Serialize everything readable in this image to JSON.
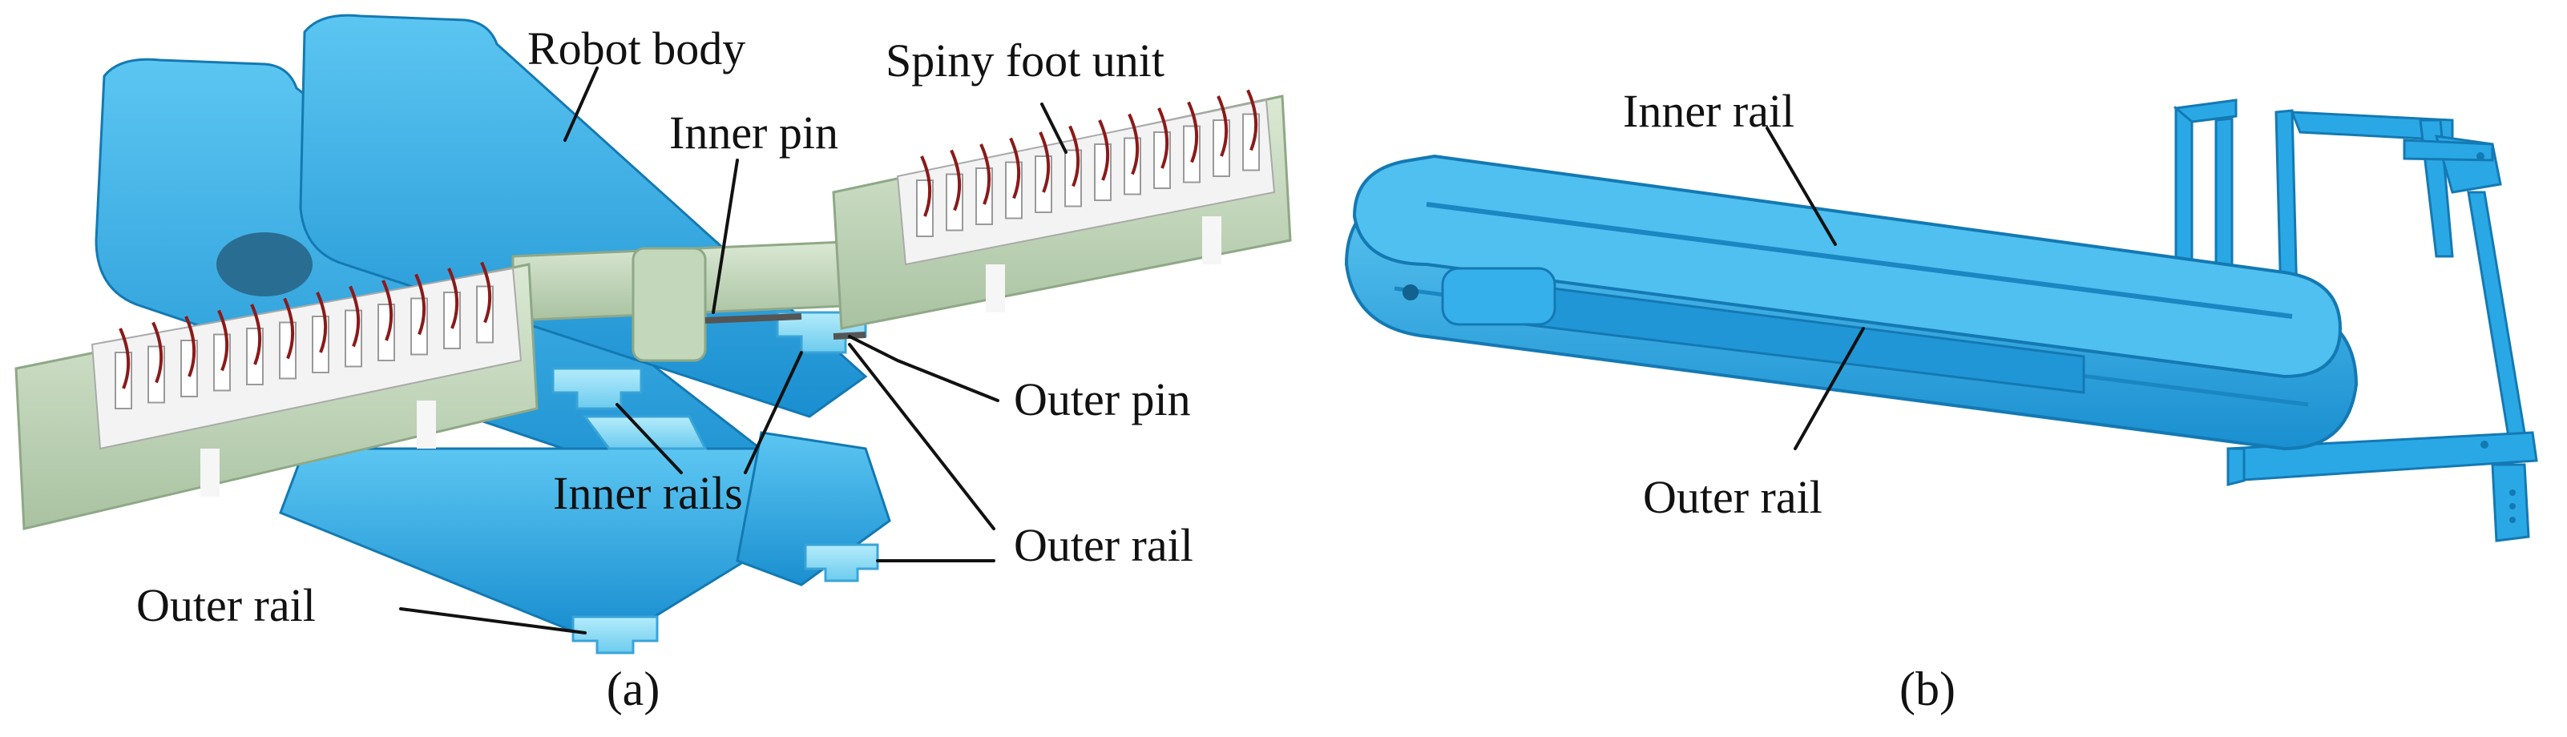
{
  "figure": {
    "panel_a": {
      "caption": "(a)",
      "labels": {
        "robot_body": "Robot body",
        "spiny_foot_unit": "Spiny foot unit",
        "inner_pin": "Inner pin",
        "outer_pin": "Outer pin",
        "inner_rails": "Inner rails",
        "outer_rail_right": "Outer rail",
        "outer_rail_left": "Outer rail"
      }
    },
    "panel_b": {
      "caption": "(b)",
      "labels": {
        "inner_rail": "Inner rail",
        "outer_rail": "Outer rail"
      }
    }
  },
  "colors": {
    "rail_blue": "#2aa8e6",
    "rail_blue_dark": "#1a86c2",
    "rail_blue_light": "#8fdcf5",
    "foot_green": "#c9dcc2",
    "foot_green_dark": "#a9c2a1",
    "spine_red": "#8a1a1a",
    "background": "#ffffff"
  }
}
